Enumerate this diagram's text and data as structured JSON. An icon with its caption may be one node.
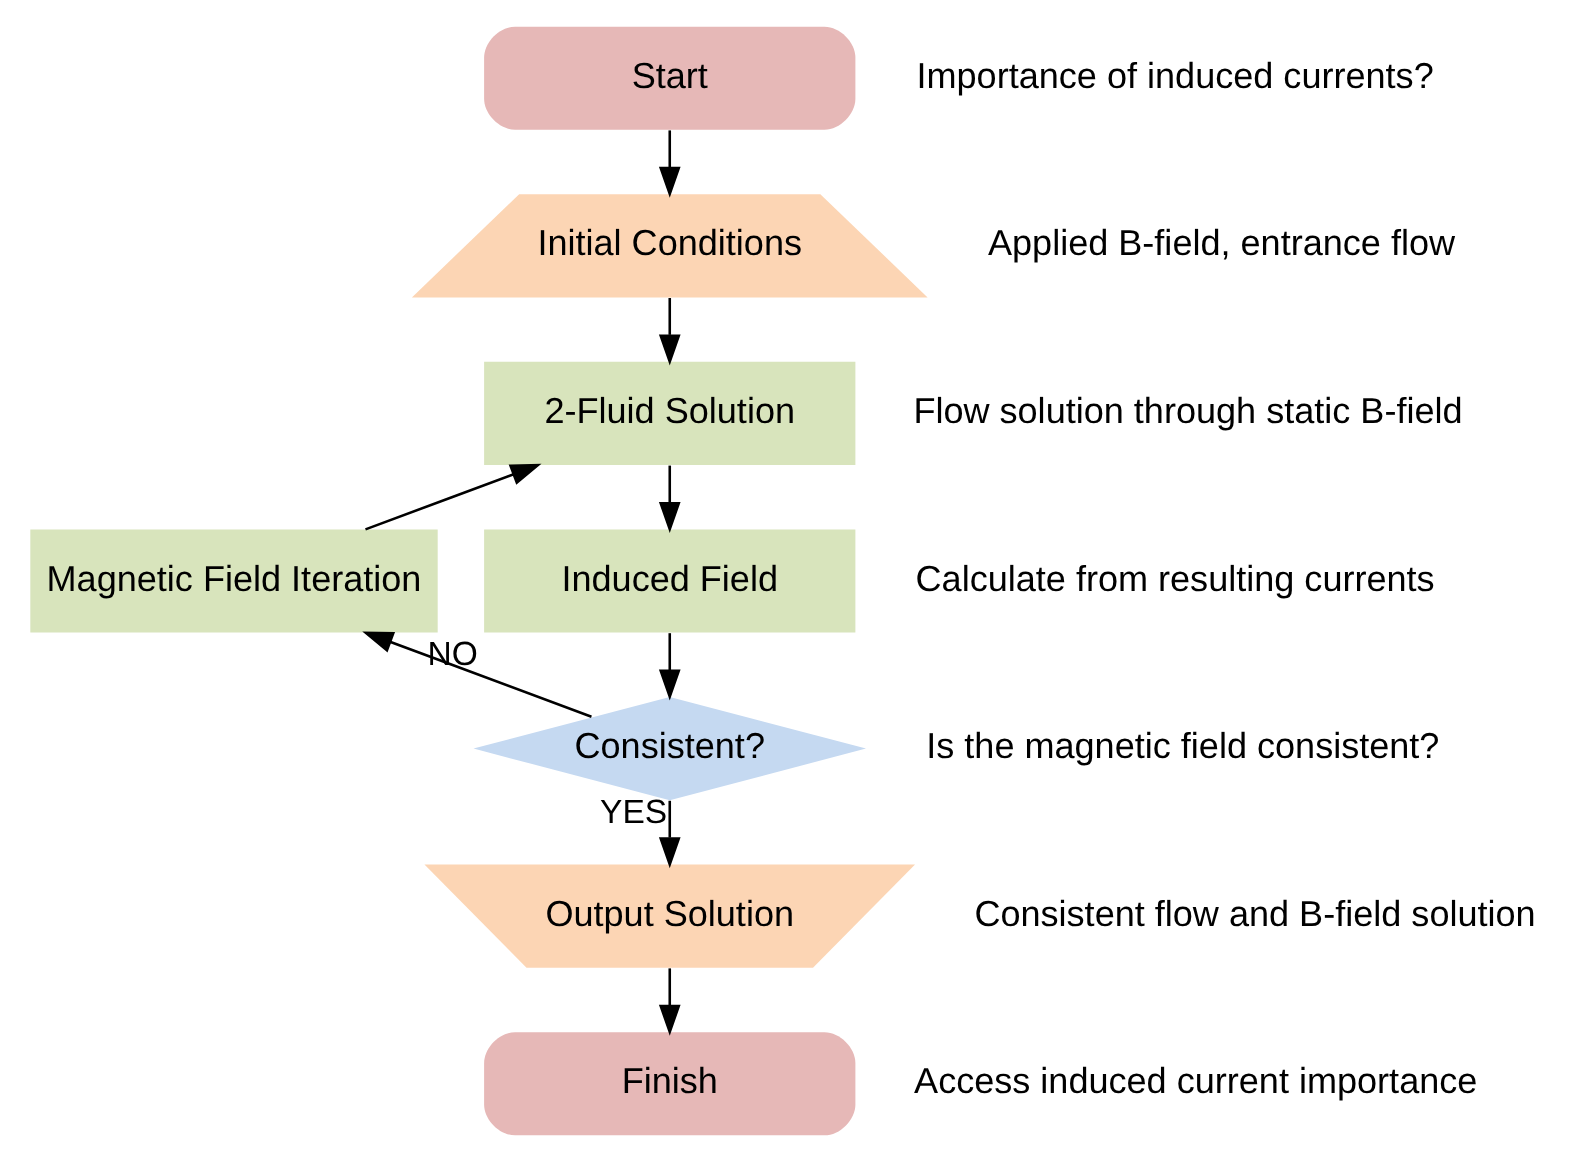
{
  "diagram": {
    "nodes": [
      {
        "text": [
          "Start"
        ],
        "beside": [
          "Importance of induced currents?"
        ]
      },
      {
        "text": [
          "Initial Conditions"
        ],
        "beside": [
          "Applied B-field, entrance flow"
        ]
      },
      {
        "text": [
          "2-Fluid Solution"
        ],
        "beside": [
          "Flow solution through static B-field"
        ]
      },
      {
        "text": [
          "Induced Field"
        ],
        "beside": [
          "Calculate from resulting currents"
        ]
      },
      {
        "text": [
          "Consistent?"
        ],
        "beside": [
          "Is the magnetic field consistent?"
        ]
      },
      {
        "text": [
          "Output Solution"
        ],
        "beside": [
          "Consistent flow and B-field solution"
        ]
      },
      {
        "text": [
          "Finish"
        ],
        "beside": [
          "Access induced current importance"
        ]
      },
      {
        "text": [
          "Magnetic Field Iteration"
        ]
      }
    ],
    "edges": [
      {
        "from": 0,
        "to": 1,
        "arrow": "to"
      },
      {
        "from": 1,
        "to": 2,
        "arrow": "to"
      },
      {
        "from": 2,
        "to": 3,
        "arrow": "to"
      },
      {
        "from": 3,
        "to": 4,
        "arrow": "to"
      },
      {
        "from": 4,
        "to": 5,
        "arrow": "to",
        "label": "YES"
      },
      {
        "from": 5,
        "to": 6,
        "arrow": "to"
      },
      {
        "from": 4,
        "to": 7,
        "arrow": "to",
        "label": "NO"
      },
      {
        "from": 7,
        "to": 2,
        "arrow": "to"
      }
    ]
  }
}
